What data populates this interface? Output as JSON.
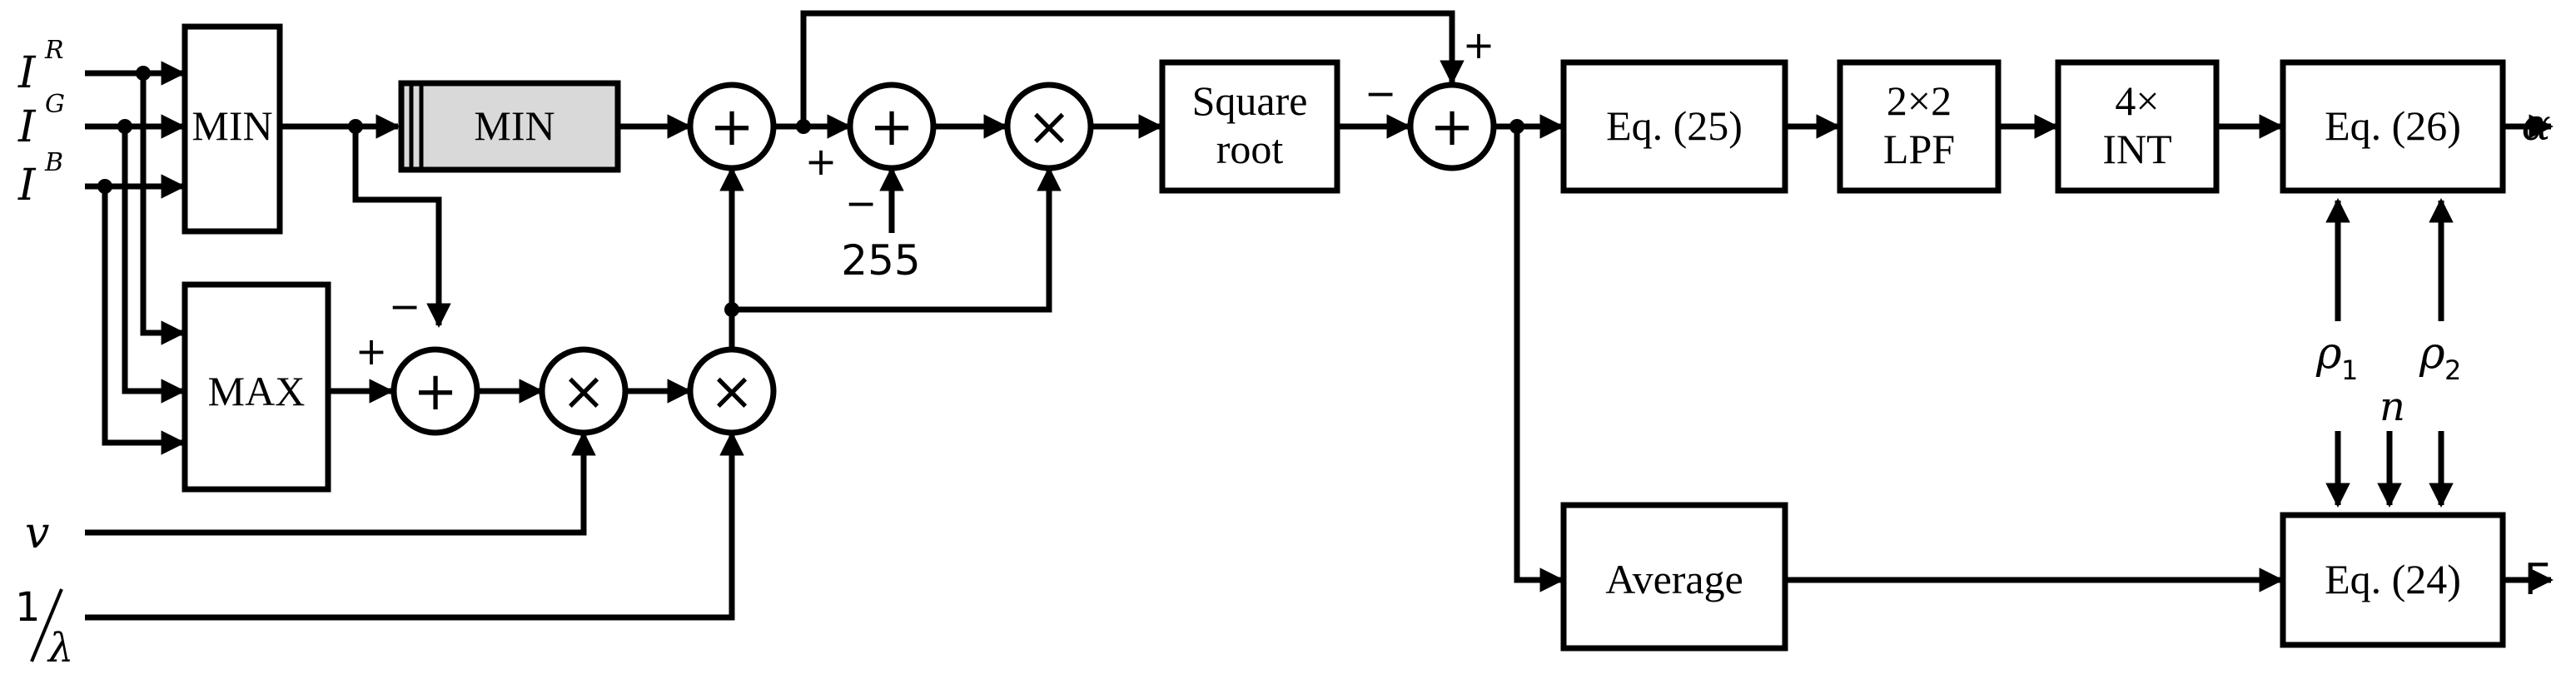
{
  "inputs": {
    "ir": "I",
    "ir_sup": "R",
    "ig": "I",
    "ig_sup": "G",
    "ib": "I",
    "ib_sup": "B",
    "v": "v",
    "inv_lambda_num": "1",
    "inv_lambda_den": "λ"
  },
  "blocks": {
    "min1": "MIN",
    "min2": "MIN",
    "max": "MAX",
    "sqrt_line1": "Square",
    "sqrt_line2": "root",
    "eq25": "Eq. (25)",
    "lpf_line1": "2×2",
    "lpf_line2": "LPF",
    "int_line1": "4×",
    "int_line2": "INT",
    "eq26": "Eq. (26)",
    "average": "Average",
    "eq24": "Eq. (24)"
  },
  "operators": {
    "plus": "+",
    "times": "×"
  },
  "signs": {
    "plus": "+",
    "minus": "−"
  },
  "constants": {
    "c255": "255"
  },
  "params": {
    "rho1": "ρ",
    "rho1_sub": "1",
    "rho2": "ρ",
    "rho2_sub": "2",
    "n": "n"
  },
  "outputs": {
    "alpha": "α",
    "gamma": "Γ"
  }
}
